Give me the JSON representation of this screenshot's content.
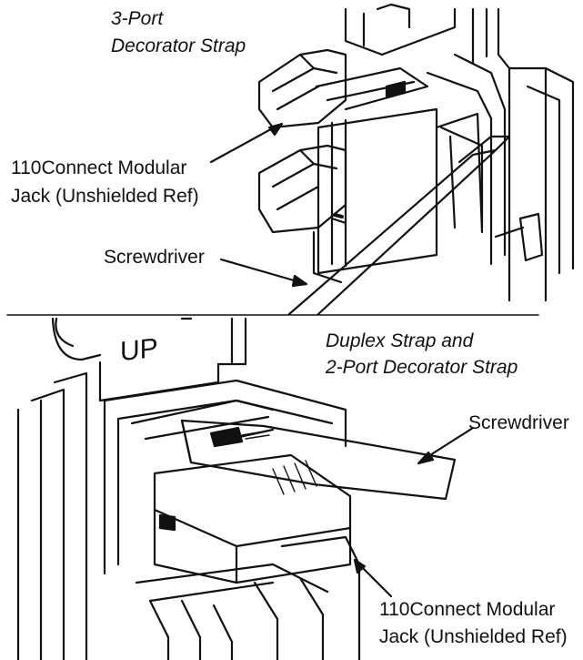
{
  "colors": {
    "ink": "#111111",
    "background": "#ffffff"
  },
  "top_panel": {
    "title_line1": "3-Port",
    "title_line2": "Decorator Strap",
    "jack_label_line1": "110Connect Modular",
    "jack_label_line2": "Jack (Unshielded Ref)",
    "tool_label": "Screwdriver"
  },
  "bottom_panel": {
    "embossed_text": "UP",
    "title_line1": "Duplex Strap and",
    "title_line2": "2-Port Decorator Strap",
    "tool_label": "Screwdriver",
    "jack_label_line1": "110Connect Modular",
    "jack_label_line2": "Jack (Unshielded Ref)"
  }
}
